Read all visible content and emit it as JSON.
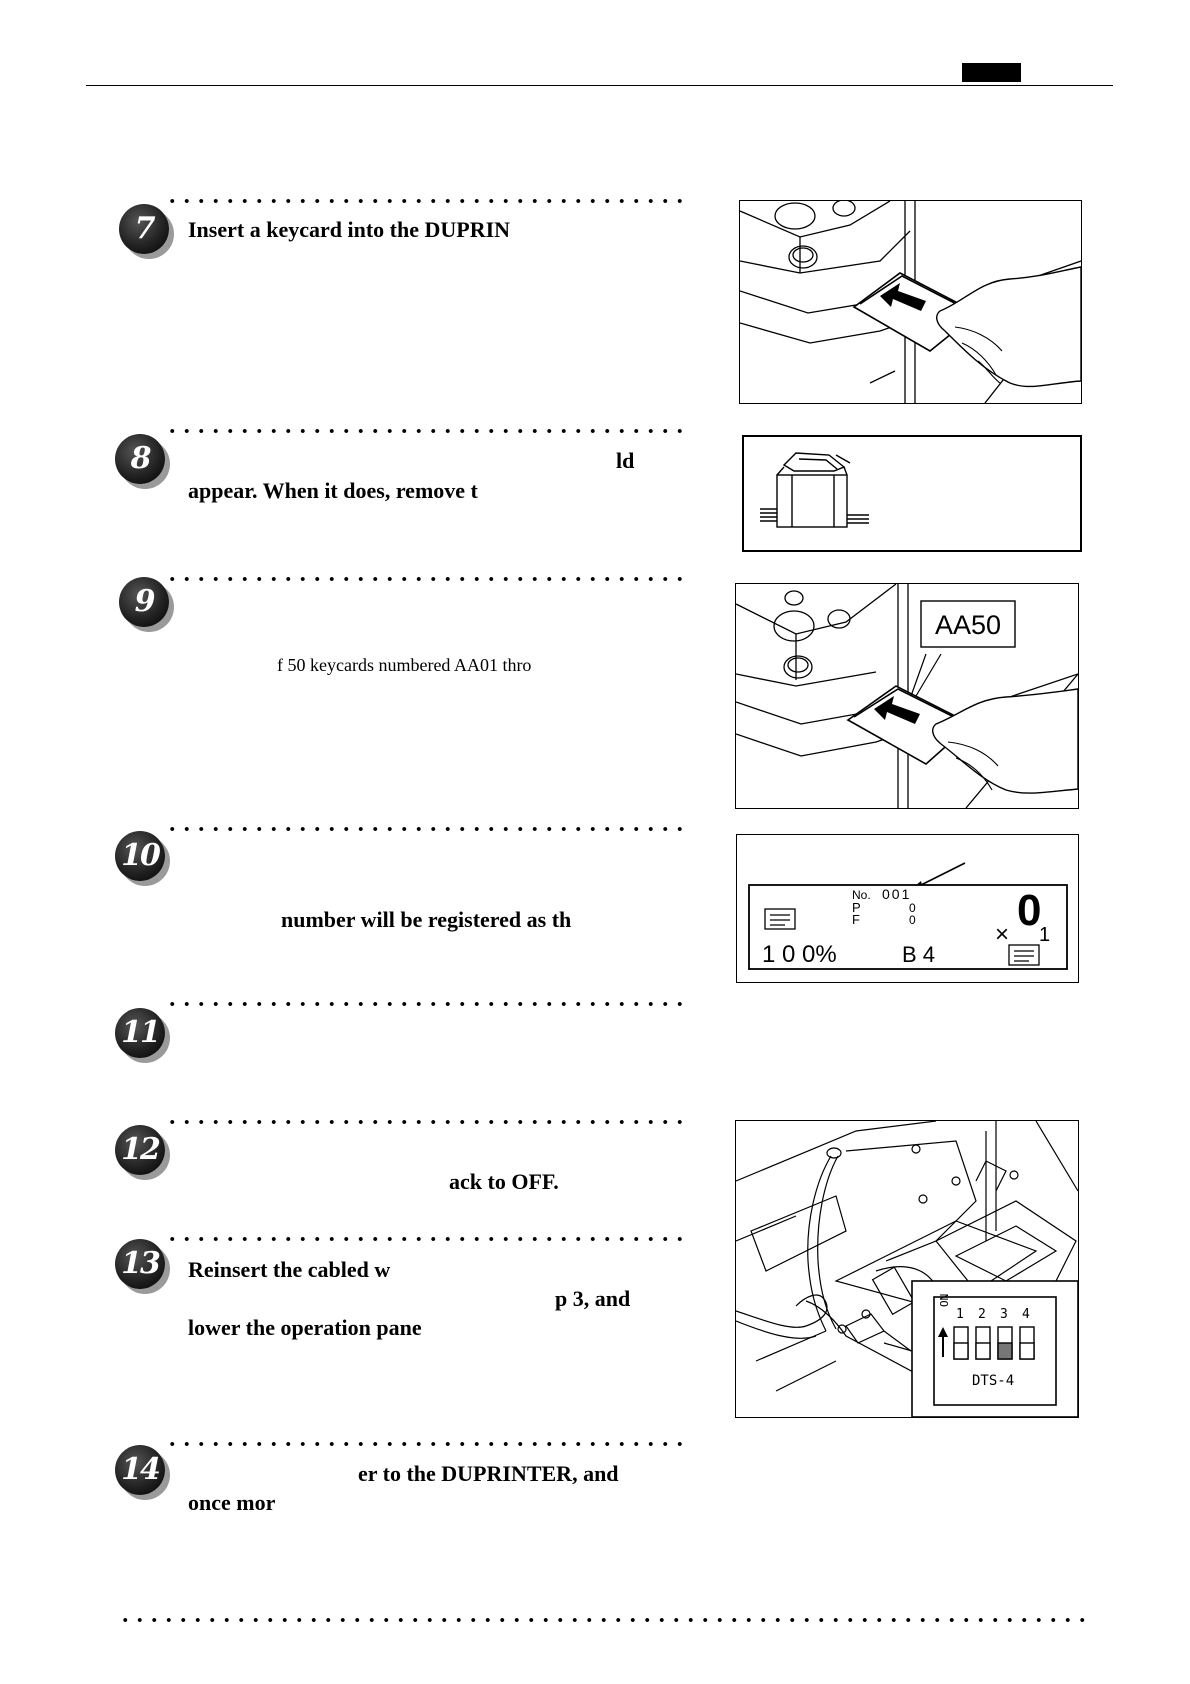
{
  "steps": [
    {
      "number": "7",
      "lines": [
        "Insert a keycard into the DUPRIN"
      ]
    },
    {
      "number": "8",
      "lines": [
        "ld",
        "appear. When it does, remove t"
      ]
    },
    {
      "number": "9",
      "lines": [
        "f 50 keycards numbered AA01 thro"
      ]
    },
    {
      "number": "10",
      "lines": [
        "number will be registered as th"
      ]
    },
    {
      "number": "11",
      "lines": []
    },
    {
      "number": "12",
      "lines": [
        "ack to OFF."
      ]
    },
    {
      "number": "13",
      "lines": [
        "Reinsert the cabled w",
        "p 3, and",
        "lower the operation pane"
      ]
    },
    {
      "number": "14",
      "lines": [
        "er to the DUPRINTER, and",
        "once mor"
      ]
    }
  ],
  "figures": {
    "keycard_label": "AA50",
    "display": {
      "no_label": "No.",
      "no_value": "001",
      "p_label": "P",
      "p_value": "0",
      "f_label": "F",
      "f_value": "0",
      "big_count": "0",
      "multiplier": "×",
      "multiplier_value": "1",
      "zoom": "1 0 0%",
      "paper": "B   4"
    },
    "dip_switch": {
      "on_label": "ON",
      "positions": [
        "1",
        "2",
        "3",
        "4"
      ],
      "model": "DTS-4"
    }
  }
}
